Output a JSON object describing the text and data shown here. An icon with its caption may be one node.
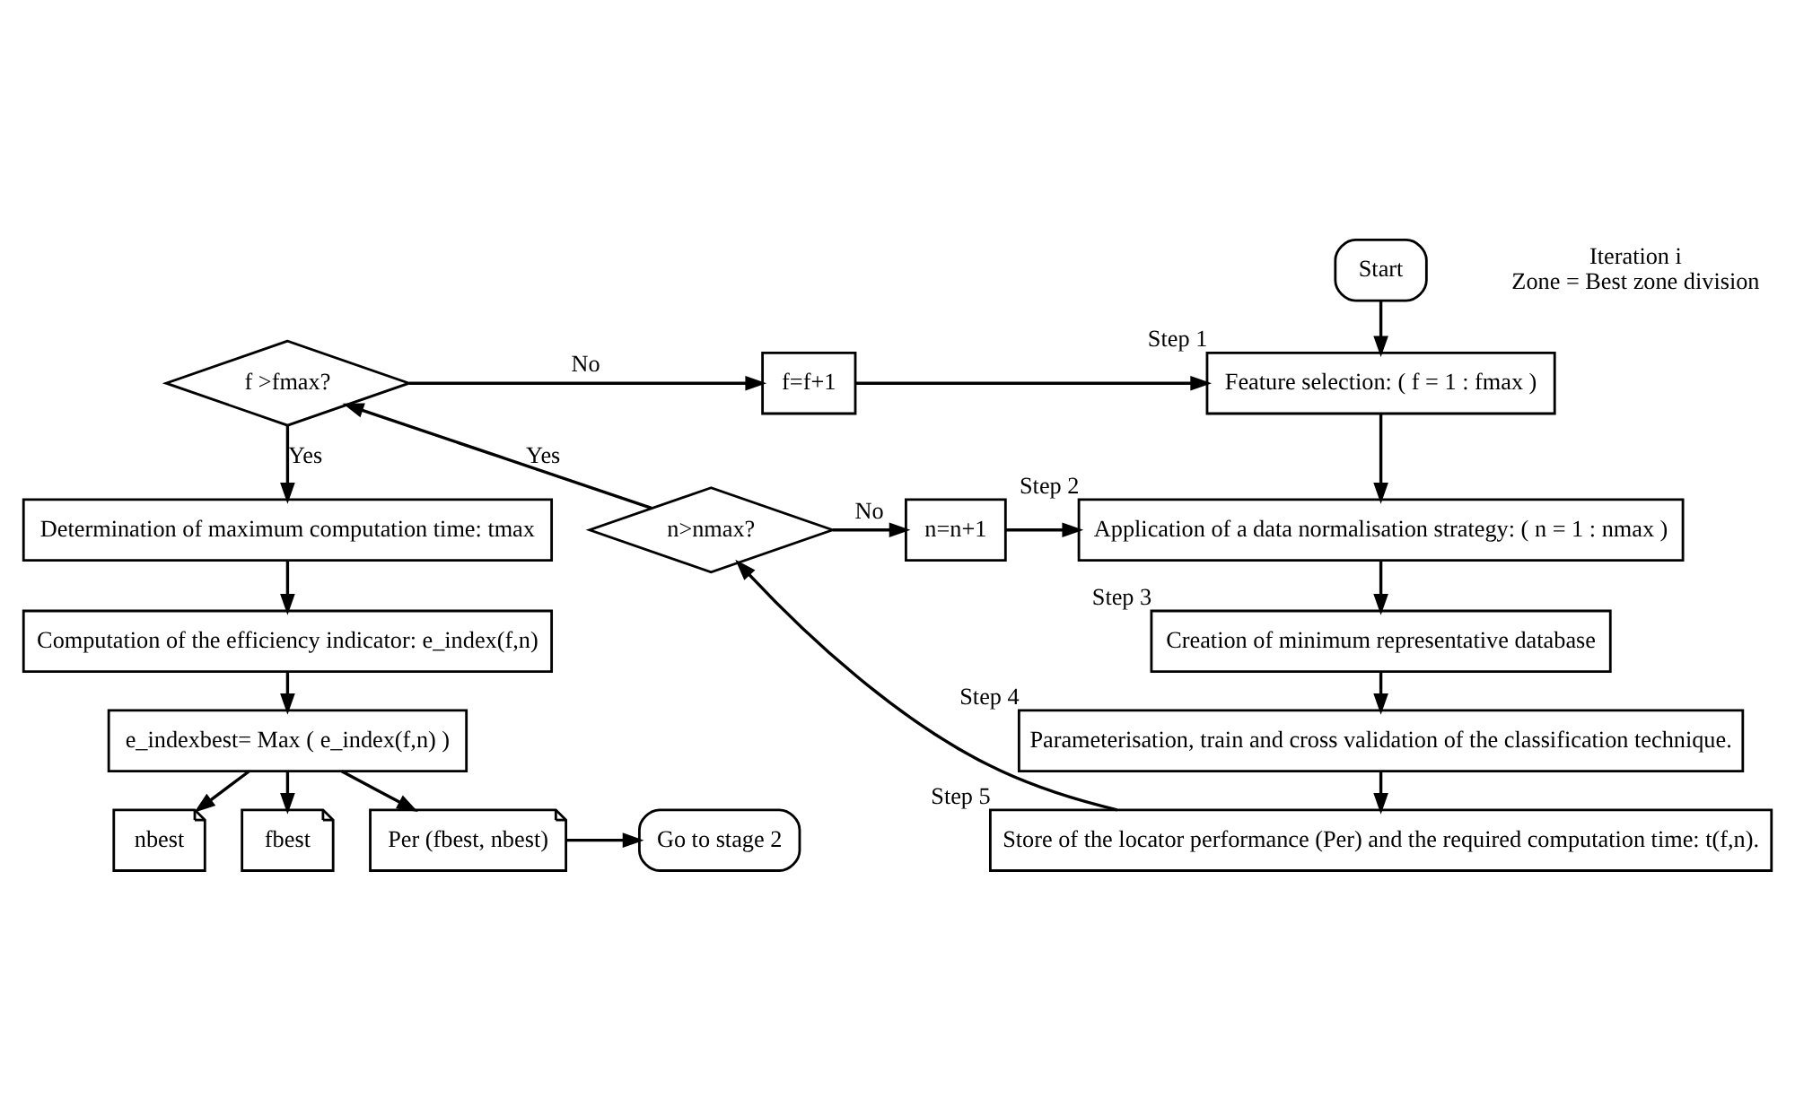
{
  "diagram": {
    "nodes": [
      {
        "text": [
          "Start"
        ],
        "beside": [
          "Iteration i",
          "Zone = Best zone division"
        ]
      },
      {
        "text": [
          "Feature selection: ( f = 1 : fmax )"
        ],
        "beside": [
          "Step 1"
        ]
      },
      {
        "text": [
          "Application of a data normalisation strategy: ( n = 1 : nmax )"
        ],
        "beside": [
          "Step 2"
        ]
      },
      {
        "text": [
          "Creation of minimum representative database"
        ],
        "beside": [
          "Step 3"
        ]
      },
      {
        "text": [
          "Parameterisation, train and cross validation of the classification technique."
        ],
        "beside": [
          "Step 4"
        ]
      },
      {
        "text": [
          "Store of the locator performance (Per) and the required computation time: t(f,n)."
        ],
        "beside": [
          "Step 5"
        ]
      },
      {
        "text": [
          "f=f+1"
        ]
      },
      {
        "text": [
          "f >fmax?"
        ]
      },
      {
        "text": [
          "n=n+1"
        ]
      },
      {
        "text": [
          "n>nmax?"
        ]
      },
      {
        "text": [
          "Determination of maximum computation time: tmax"
        ]
      },
      {
        "text": [
          "Computation of the efficiency indicator: e_index(f,n)"
        ]
      },
      {
        "text": [
          "e_indexbest= Max ( e_index(f,n) )"
        ]
      },
      {
        "text": [
          "nbest"
        ]
      },
      {
        "text": [
          "fbest"
        ]
      },
      {
        "text": [
          "Per (fbest, nbest)"
        ]
      },
      {
        "text": [
          "Go to stage 2"
        ]
      }
    ],
    "edges": [
      {
        "from": 0,
        "to": 1,
        "arrow": "to"
      },
      {
        "from": 1,
        "to": 2,
        "arrow": "to"
      },
      {
        "from": 2,
        "to": 3,
        "arrow": "to"
      },
      {
        "from": 3,
        "to": 4,
        "arrow": "to"
      },
      {
        "from": 4,
        "to": 5,
        "arrow": "to"
      },
      {
        "from": 5,
        "to": 9,
        "arrow": "to"
      },
      {
        "from": 9,
        "to": 8,
        "arrow": "to",
        "label": "No"
      },
      {
        "from": 8,
        "to": 2,
        "arrow": "to"
      },
      {
        "from": 9,
        "to": 7,
        "arrow": "to",
        "label": "Yes"
      },
      {
        "from": 7,
        "to": 6,
        "arrow": "to",
        "label": "No"
      },
      {
        "from": 6,
        "to": 1,
        "arrow": "to"
      },
      {
        "from": 7,
        "to": 10,
        "arrow": "to",
        "label": "Yes"
      },
      {
        "from": 10,
        "to": 11,
        "arrow": "to"
      },
      {
        "from": 11,
        "to": 12,
        "arrow": "to"
      },
      {
        "from": 12,
        "to": 13,
        "arrow": "to"
      },
      {
        "from": 12,
        "to": 14,
        "arrow": "to"
      },
      {
        "from": 12,
        "to": 15,
        "arrow": "to"
      },
      {
        "from": 15,
        "to": 16,
        "arrow": "to"
      }
    ]
  }
}
